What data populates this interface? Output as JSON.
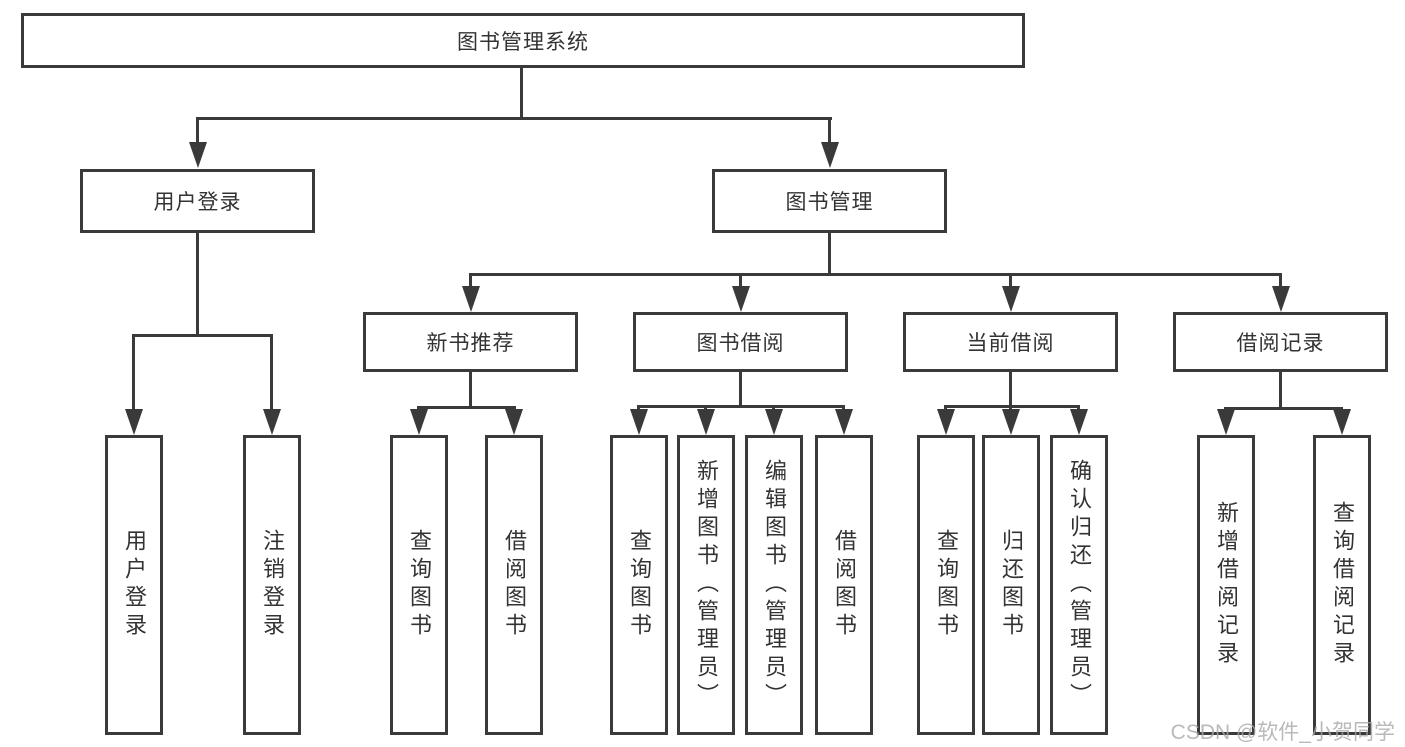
{
  "diagram": {
    "type": "tree",
    "root": {
      "label": "图书管理系统"
    },
    "level2": {
      "user_login": {
        "label": "用户登录"
      },
      "book_management": {
        "label": "图书管理"
      }
    },
    "level3": {
      "new_book_recommend": {
        "label": "新书推荐"
      },
      "book_borrowing": {
        "label": "图书借阅"
      },
      "current_borrowing": {
        "label": "当前借阅"
      },
      "borrowing_records": {
        "label": "借阅记录"
      }
    },
    "leaves": {
      "login": "用户登录",
      "logout": "注销登录",
      "rec_query_books": "查询图书",
      "rec_borrow_books": "借阅图书",
      "bb_query_books": "查询图书",
      "bb_add_books": "新增图书（管理员）",
      "bb_edit_books": "编辑图书（管理员）",
      "bb_borrow_books": "借阅图书",
      "cb_query_books": "查询图书",
      "cb_return_books": "归还图书",
      "cb_confirm_return": "确认归还（管理员）",
      "br_add_record": "新增借阅记录",
      "br_query_record": "查询借阅记录"
    },
    "hierarchy": {
      "图书管理系统": {
        "用户登录": [
          "用户登录",
          "注销登录"
        ],
        "图书管理": {
          "新书推荐": [
            "查询图书",
            "借阅图书"
          ],
          "图书借阅": [
            "查询图书",
            "新增图书（管理员）",
            "编辑图书（管理员）",
            "借阅图书"
          ],
          "当前借阅": [
            "查询图书",
            "归还图书",
            "确认归还（管理员）"
          ],
          "借阅记录": [
            "新增借阅记录",
            "查询借阅记录"
          ]
        }
      }
    }
  },
  "watermark": {
    "text": "CSDN @软件_小贺同学"
  },
  "colors": {
    "line": "#3a3a3a",
    "text": "#333333",
    "background": "#ffffff",
    "watermark": "#a8a8a8"
  }
}
